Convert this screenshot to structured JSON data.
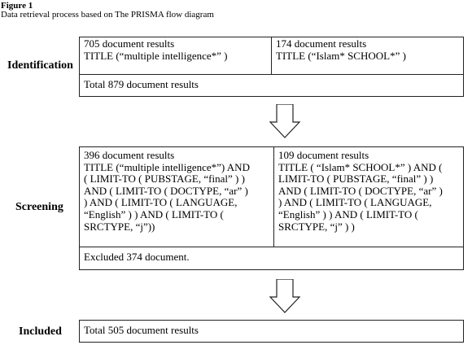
{
  "figure": {
    "label": "Figure 1",
    "caption": "Data retrieval process based on The PRISMA flow diagram"
  },
  "identification": {
    "stage_label": "Identification",
    "left_box": [
      "705 document results",
      "TITLE (“multiple intelligence*” )"
    ],
    "right_box": [
      "174 document results",
      "TITLE (“Islam* SCHOOL*” )"
    ],
    "total": "Total 879 document results"
  },
  "screening": {
    "stage_label": "Screening",
    "left_box": [
      "396 document results",
      "TITLE (“multiple intelligence*”) AND",
      "( LIMIT-TO ( PUBSTAGE, “final” ) )",
      "AND ( LIMIT-TO ( DOCTYPE, “ar” )",
      ") AND ( LIMIT-TO ( LANGUAGE,",
      "“English” ) ) AND ( LIMIT-TO (",
      "SRCTYPE, “j”))"
    ],
    "right_box": [
      "109 document results",
      "TITLE ( “Islam* SCHOOL*” ) AND (",
      "LIMIT-TO ( PUBSTAGE, “final” ) )",
      "AND ( LIMIT-TO ( DOCTYPE, “ar” )",
      ") AND ( LIMIT-TO ( LANGUAGE,",
      "“English” ) ) AND ( LIMIT-TO (",
      "SRCTYPE, “j” ) )"
    ],
    "excluded": "Excluded 374 document."
  },
  "included": {
    "stage_label": "Included",
    "total": "Total 505 document results"
  }
}
